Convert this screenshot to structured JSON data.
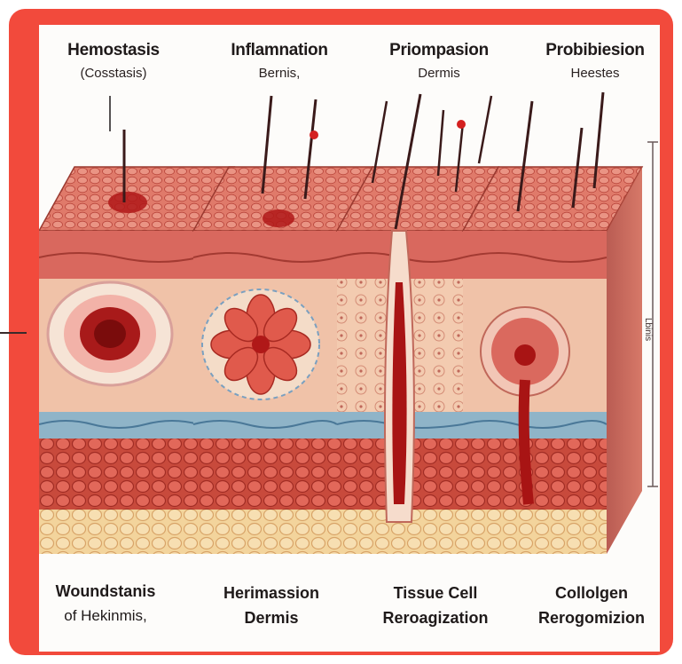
{
  "stages": [
    {
      "title": "Hemostasis",
      "subtitle": "(Cosstasis)",
      "caption_line1": "Woundstanis",
      "caption_line2": "of Hekinmis,"
    },
    {
      "title": "Inflamnation",
      "subtitle": "Bernis,",
      "caption_line1": "Herimassion",
      "caption_line2": "Dermis"
    },
    {
      "title": "Priompasion",
      "subtitle": "Dermis",
      "caption_line1": "Tissue Cell",
      "caption_line2": "Reroagization"
    },
    {
      "title": "Probibiesion",
      "subtitle": "Heestes",
      "caption_line1": "Collolgen",
      "caption_line2": "Rerogomizion"
    }
  ],
  "side_scale_label": "Lbinis",
  "colors": {
    "frame": "#f24a3c",
    "epidermis": "#d9685e",
    "dermis": "#f0c2a8",
    "blood": "#b81a1a",
    "fat": "#f2d29a",
    "vein_band": "#6a9ab8"
  }
}
